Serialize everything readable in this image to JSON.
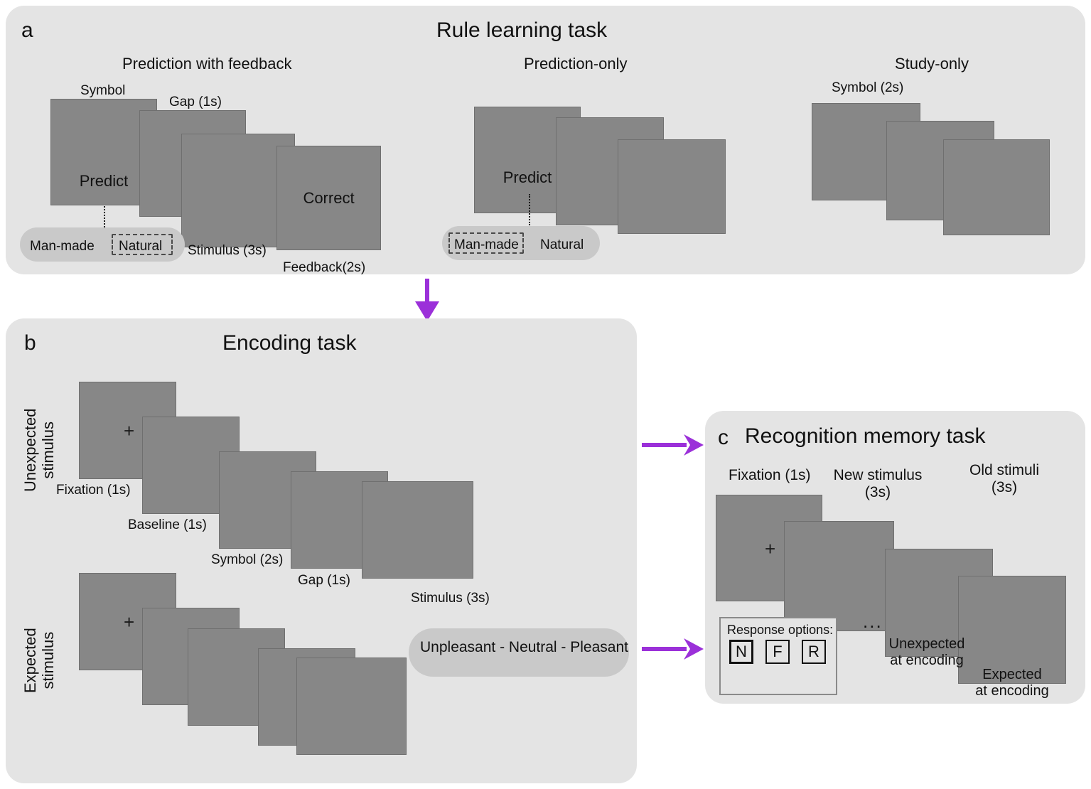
{
  "accent_color": "#9B30D9",
  "panel_bg": "#e4e4e4",
  "screen_bg": "#878787",
  "pill_bg": "#c9c9c9",
  "panels": {
    "a": {
      "letter": "a",
      "title": "Rule learning task",
      "columns": [
        {
          "title": "Prediction with feedback",
          "screens": [
            {
              "top_label": "Symbol",
              "icon": "pilcrow-symbol",
              "text": "Predict"
            },
            {
              "top_label": "Gap (1s)",
              "icon": "",
              "text": ""
            },
            {
              "top_label": "Stimulus (3s)",
              "icon": "lemon-image",
              "text": ""
            },
            {
              "top_label": "Feedback(2s)",
              "icon": "",
              "text": "Correct"
            }
          ],
          "response": {
            "options": [
              "Man-made",
              "Natural"
            ],
            "selected": "Natural",
            "cursor": "hand-cursor"
          }
        },
        {
          "title": "Prediction-only",
          "screens": [
            {
              "top_label": "",
              "icon": "triangle-symbol",
              "text": "Predict"
            },
            {
              "top_label": "",
              "icon": "",
              "text": ""
            },
            {
              "top_label": "",
              "icon": "stapler-image",
              "text": ""
            }
          ],
          "response": {
            "options": [
              "Man-made",
              "Natural"
            ],
            "selected": "Man-made",
            "cursor": "hand-cursor"
          }
        },
        {
          "title": "Study-only",
          "screens": [
            {
              "top_label": "Symbol (2s)",
              "icon": "pilcrow-symbol",
              "text": ""
            },
            {
              "top_label": "",
              "icon": "",
              "text": ""
            },
            {
              "top_label": "",
              "icon": "tulip-image",
              "text": ""
            }
          ]
        }
      ]
    },
    "b": {
      "letter": "b",
      "title": "Encoding task",
      "rows": [
        {
          "row_label": "Unexpected\nstimulus",
          "screens": [
            {
              "label": "Fixation (1s)",
              "icon": "fixation-cross"
            },
            {
              "label": "Baseline (1s)",
              "icon": ""
            },
            {
              "label": "Symbol (2s)",
              "icon": "pilcrow-symbol"
            },
            {
              "label": "Gap (1s)",
              "icon": ""
            },
            {
              "label": "Stimulus (3s)",
              "icon": "padlock-image"
            }
          ]
        },
        {
          "row_label": "Expected\nstimulus",
          "screens": [
            {
              "label": "",
              "icon": "fixation-cross"
            },
            {
              "label": "",
              "icon": ""
            },
            {
              "label": "",
              "icon": "triangle-symbol"
            },
            {
              "label": "",
              "icon": ""
            },
            {
              "label": "",
              "icon": "dice-image"
            }
          ]
        }
      ],
      "rating_pill": {
        "label": "Unpleasant - Neutral - Pleasant",
        "cursor": "hand-cursor"
      }
    },
    "c": {
      "letter": "c",
      "title": "Recognition memory task",
      "labels": {
        "fixation": "Fixation (1s)",
        "new_stimulus": "New stimulus\n(3s)",
        "old_stimuli": "Old stimuli\n(3s)",
        "unexpected": "Unexpected\nat encoding",
        "expected": "Expected\nat encoding",
        "ellipsis": "..."
      },
      "screens": [
        {
          "icon": "fixation-cross"
        },
        {
          "icon": "peanut-image"
        },
        {
          "icon": "padlock-image"
        },
        {
          "icon": "dice-image"
        }
      ],
      "response_box": {
        "title": "Response options:",
        "keys": [
          "N",
          "F",
          "R"
        ],
        "selected": "N",
        "cursor": "hand-cursor"
      }
    }
  }
}
